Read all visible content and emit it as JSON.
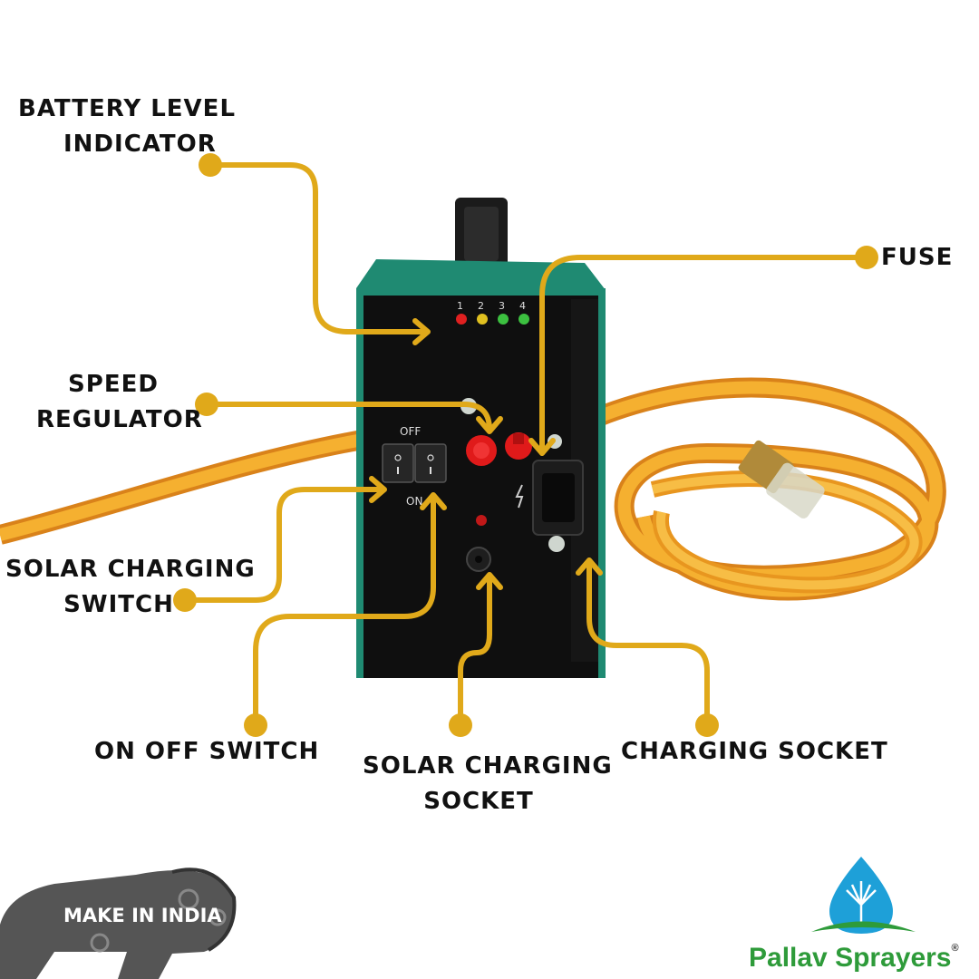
{
  "callouts": {
    "battery_level_indicator": [
      "BATTERY LEVEL",
      "INDICATOR"
    ],
    "fuse": [
      "FUSE"
    ],
    "speed_regulator": [
      "SPEED",
      "REGULATOR"
    ],
    "solar_charging_switch": [
      "SOLAR CHARGING",
      "SWITCH"
    ],
    "on_off_switch": [
      "ON OFF SWITCH"
    ],
    "solar_charging_socket": [
      "SOLAR CHARGING",
      "SOCKET"
    ],
    "charging_socket": [
      "CHARGING SOCKET"
    ]
  },
  "device": {
    "led_numbers": [
      "1",
      "2",
      "3",
      "4"
    ],
    "led_colors": [
      "#e02020",
      "#e0c020",
      "#3cc040",
      "#3cc040"
    ],
    "switch_off_label": "OFF",
    "switch_on_label": "ON"
  },
  "logos": {
    "make_in_india": "MAKE IN INDIA",
    "brand": "Pallav Sprayers",
    "registered": "®"
  },
  "colors": {
    "callout": "#e0a91a",
    "device_body": "#0f0f0f",
    "device_trim": "#1f8a72",
    "hose": "#f2a11f",
    "brand_green": "#2e9b3a",
    "brand_blue": "#1ea0d8"
  }
}
